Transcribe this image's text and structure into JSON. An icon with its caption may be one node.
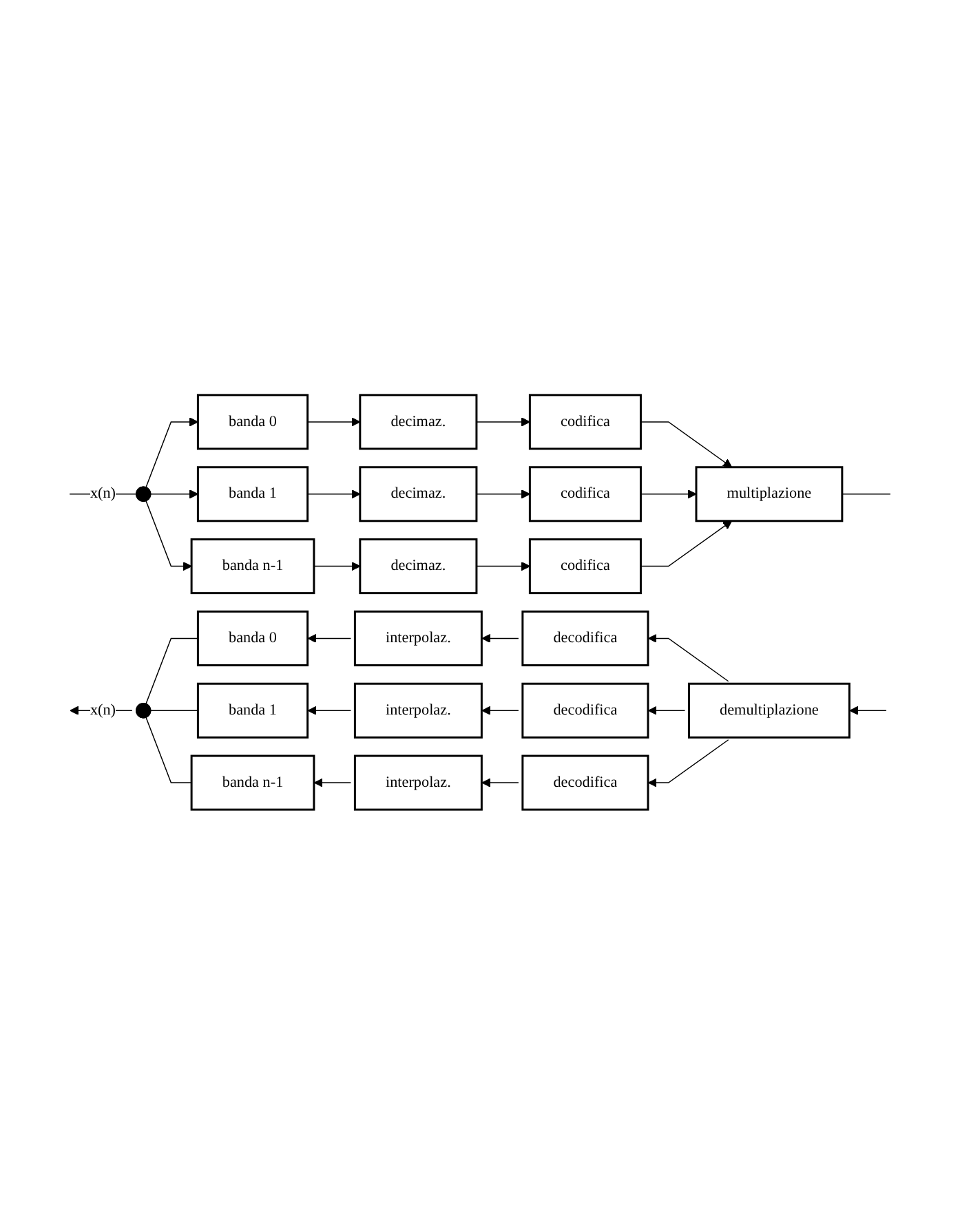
{
  "diagram": {
    "nodes": [
      {
        "text": [
          "banda 0"
        ]
      },
      {
        "text": [
          "decimaz."
        ]
      },
      {
        "text": [
          "codifica"
        ]
      },
      {
        "text": [
          "multiplazione"
        ]
      },
      {
        "text": [],
        "shape": "circle"
      },
      {
        "text": [
          "banda 1"
        ]
      },
      {
        "text": [
          "decimaz."
        ]
      },
      {
        "text": [
          "codifica"
        ]
      },
      {
        "text": [
          "banda n-1"
        ]
      },
      {
        "text": [
          "decimaz."
        ]
      },
      {
        "text": [
          "codifica"
        ]
      },
      {
        "text": [
          "banda 0"
        ]
      },
      {
        "text": [
          "interpolaz."
        ]
      },
      {
        "text": [
          "decodifica"
        ]
      },
      {
        "text": [
          "demultiplazione"
        ]
      },
      {
        "text": [],
        "shape": "circle"
      },
      {
        "text": [
          "banda 1"
        ]
      },
      {
        "text": [
          "interpolaz."
        ]
      },
      {
        "text": [
          "decodifica"
        ]
      },
      {
        "text": [
          "banda n-1"
        ]
      },
      {
        "text": [
          "interpolaz."
        ]
      },
      {
        "text": [
          "decodifica"
        ]
      }
    ],
    "edges": [
      {
        "from": null,
        "to": 4,
        "arrow": "none",
        "label": "x(n)"
      },
      {
        "from": 4,
        "to": 0,
        "arrow": "to"
      },
      {
        "from": 4,
        "to": 5,
        "arrow": "to"
      },
      {
        "from": 4,
        "to": 8,
        "arrow": "to"
      },
      {
        "from": 0,
        "to": 1,
        "arrow": "to"
      },
      {
        "from": 1,
        "to": 2,
        "arrow": "to"
      },
      {
        "from": 2,
        "to": 3,
        "arrow": "to"
      },
      {
        "from": 5,
        "to": 6,
        "arrow": "to"
      },
      {
        "from": 6,
        "to": 7,
        "arrow": "to"
      },
      {
        "from": 7,
        "to": 3,
        "arrow": "to"
      },
      {
        "from": 8,
        "to": 9,
        "arrow": "to"
      },
      {
        "from": 9,
        "to": 10,
        "arrow": "to"
      },
      {
        "from": 10,
        "to": 3,
        "arrow": "to"
      },
      {
        "from": 3,
        "to": null,
        "arrow": "none"
      },
      {
        "from": null,
        "to": 14,
        "arrow": "to"
      },
      {
        "from": 14,
        "to": 13,
        "arrow": "to"
      },
      {
        "from": 13,
        "to": 12,
        "arrow": "to"
      },
      {
        "from": 12,
        "to": 11,
        "arrow": "to"
      },
      {
        "from": 14,
        "to": 18,
        "arrow": "to"
      },
      {
        "from": 18,
        "to": 17,
        "arrow": "to"
      },
      {
        "from": 17,
        "to": 16,
        "arrow": "to"
      },
      {
        "from": 14,
        "to": 21,
        "arrow": "to"
      },
      {
        "from": 21,
        "to": 20,
        "arrow": "to"
      },
      {
        "from": 20,
        "to": 19,
        "arrow": "to"
      },
      {
        "from": 11,
        "to": 15,
        "arrow": "none"
      },
      {
        "from": 16,
        "to": 15,
        "arrow": "none"
      },
      {
        "from": 19,
        "to": 15,
        "arrow": "none"
      },
      {
        "from": 15,
        "to": null,
        "arrow": "to",
        "label": "x(n)"
      }
    ]
  }
}
